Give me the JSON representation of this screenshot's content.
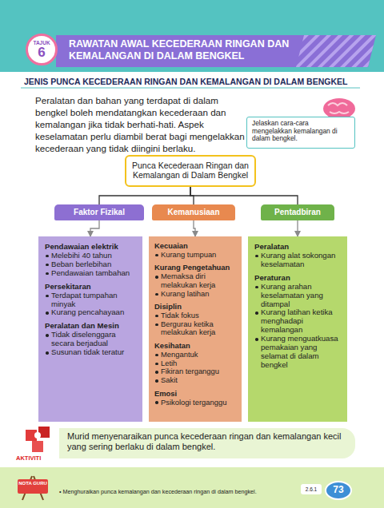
{
  "diagram": {
    "title": "RAWATAN AWAL KECEDERAAN RINGAN DAN KEMALANGAN DI DALAM BENGKEL",
    "nodes": [
      {
        "text": [
          "TAJUK",
          "6"
        ]
      },
      {
        "text": [
          "Jelaskan cara-cara mengelakkan kemalangan di dalam bengkel."
        ]
      },
      {
        "text": [
          "Punca Kecederaan Ringan dan Kemalangan di Dalam Bengkel"
        ]
      },
      {
        "text": [
          "Faktor Fizikal"
        ]
      },
      {
        "text": [
          "Kemanusiaan"
        ]
      },
      {
        "text": [
          "Pentadbiran"
        ]
      },
      {
        "text": [
          "Pendawaian elektrik",
          "Melebihi 40 tahun",
          "Beban berlebihan",
          "Pendawaian tambahan",
          "Persekitaran",
          "Terdapat tumpahan minyak",
          "Kurang pencahayaan",
          "Peralatan dan Mesin",
          "Tidak diselenggara secara berjadual",
          "Susunan tidak teratur"
        ]
      },
      {
        "text": [
          "Kecuaian",
          "Kurang tumpuan",
          "Kurang Pengetahuan",
          "Memaksa diri melakukan kerja",
          "Kurang latihan",
          "Disiplin",
          "Tidak fokus",
          "Bergurau ketika melakukan kerja",
          "Kesihatan",
          "Mengantuk",
          "Letih",
          "Fikiran terganggu",
          "Sakit",
          "Emosi",
          "Psikologi terganggu"
        ]
      },
      {
        "text": [
          "Peralatan",
          "Kurang alat sokongan keselamatan",
          "Peraturan",
          "Kurang arahan keselamatan yang ditampal",
          "Kurang latihan ketika menghadapi kemalangan",
          "Kurang menguatkuasa pemakaian yang selamat di dalam bengkel"
        ]
      },
      {
        "text": [
          "Murid menyenaraikan punca kecederaan ringan dan kemalangan kecil yang sering berlaku di dalam bengkel."
        ]
      },
      {
        "text": [
          "2.6.1"
        ]
      },
      {
        "text": [
          "73"
        ]
      }
    ],
    "edges": [
      {
        "from": 2,
        "to": 3,
        "arrow": "none"
      },
      {
        "from": 2,
        "to": 4,
        "arrow": "none"
      },
      {
        "from": 2,
        "to": 5,
        "arrow": "none"
      },
      {
        "from": 3,
        "to": 6,
        "arrow": "to"
      },
      {
        "from": 4,
        "to": 7,
        "arrow": "to"
      },
      {
        "from": 5,
        "to": 8,
        "arrow": "to"
      }
    ],
    "labels": [
      "JENIS PUNCA KECEDERAAN RINGAN DAN KEMALANGAN DI DALAM BENGKEL",
      "Peralatan dan bahan yang terdapat di dalam bengkel boleh mendatangkan kecederaan dan kemalangan jika tidak berhati-hati. Aspek keselamatan perlu diambil berat bagi mengelakkan kecederaan yang tidak diingini berlaku.",
      "AKTIVITI",
      "NOTA GURU",
      "• Menghuraikan punca kemalangan dan kecederaan ringan di dalam bengkel."
    ]
  }
}
